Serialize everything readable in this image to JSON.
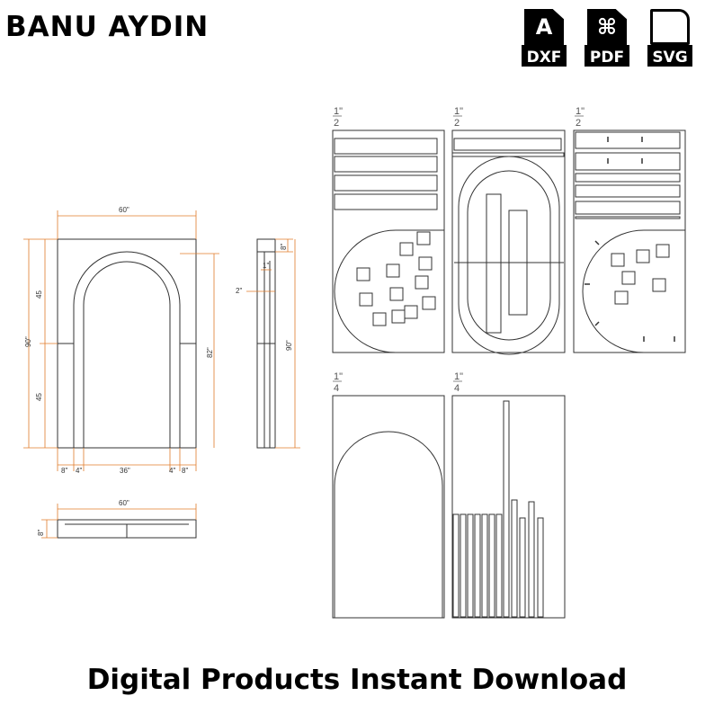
{
  "header": {
    "brand": "BANU AYDIN",
    "formats": [
      {
        "glyph": "A",
        "label": "DXF"
      },
      {
        "glyph": "⌘",
        "label": "PDF"
      },
      {
        "glyph": "",
        "label": "SVG"
      }
    ]
  },
  "front_view": {
    "width_top": "60\"",
    "height_left": "90\"",
    "half_upper": "45",
    "half_lower": "45",
    "inner_height": "82\"",
    "bottom_dims": [
      "8\"",
      "4\"",
      "36\"",
      "4\"",
      "8\""
    ]
  },
  "side_view": {
    "top_depth": "8\"",
    "small": "1\"",
    "offset": "2\"",
    "height": "90\""
  },
  "top_view": {
    "width": "60\"",
    "depth": "8\""
  },
  "sheets": {
    "thickness_a": {
      "num": "1\"",
      "den": "2"
    },
    "thickness_b": {
      "num": "1\"",
      "den": "4"
    }
  },
  "footer": {
    "tagline": "Digital Products Instant Download"
  },
  "colors": {
    "dimension": "#e07b2a",
    "line": "#333333"
  }
}
